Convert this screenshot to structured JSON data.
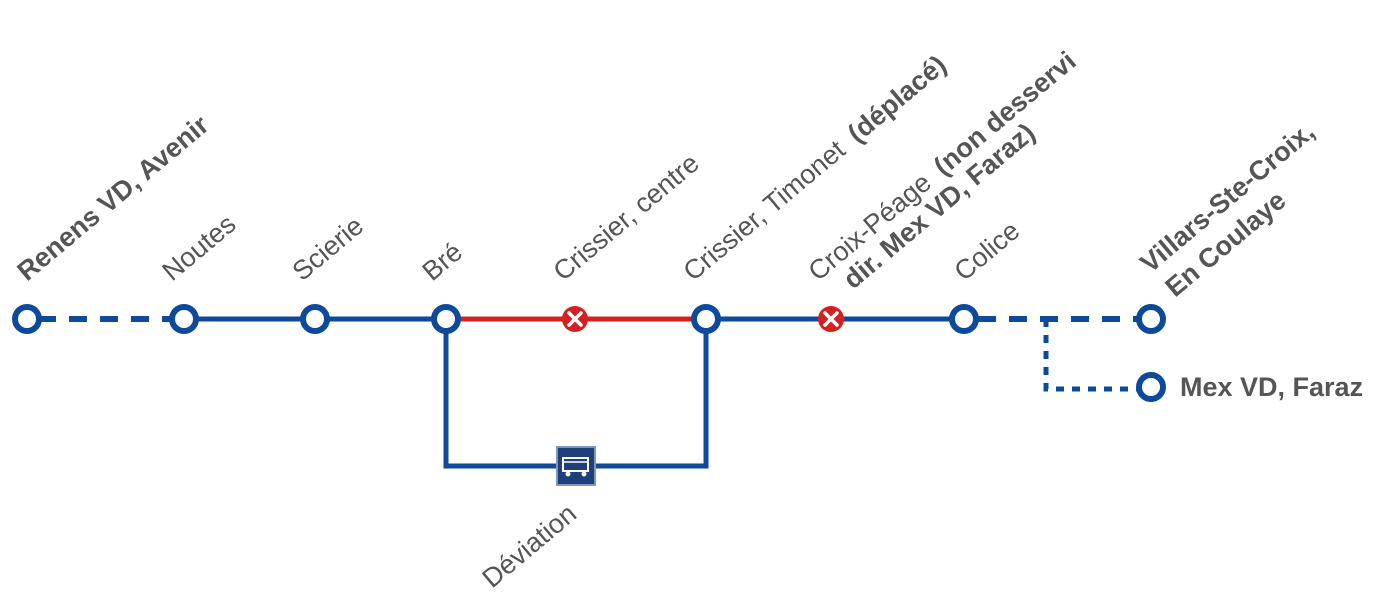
{
  "colors": {
    "line": "#0d4a9c",
    "closed_section": "#d42020",
    "closed_stop": "#d42020",
    "text": "#555555",
    "bus_box": "#1f3f7a"
  },
  "stops": {
    "renens": {
      "name": "Renens VD, Avenir",
      "status": "terminus"
    },
    "noutes": {
      "name": "Noutes",
      "status": "served"
    },
    "scierie": {
      "name": "Scierie",
      "status": "served"
    },
    "bre": {
      "name": "Bré",
      "status": "served"
    },
    "crissier_centre": {
      "name": "Crissier, centre",
      "status": "not-served"
    },
    "timonet": {
      "name": "Crissier, Timonet",
      "note": "(déplacé)",
      "status": "moved"
    },
    "croix_peage": {
      "name": "Croix-Péage",
      "note_line1": "(non desservi",
      "note_line2": "dir. Mex VD, Faraz)",
      "status": "not-served"
    },
    "colice": {
      "name": "Colice",
      "status": "served"
    },
    "villars": {
      "name_line1": "Villars-Ste-Croix,",
      "name_line2": "En Coulaye",
      "status": "terminus"
    },
    "mex": {
      "name": "Mex VD, Faraz",
      "status": "terminus"
    }
  },
  "detour": {
    "label": "Déviation",
    "icon": "bus-icon"
  }
}
